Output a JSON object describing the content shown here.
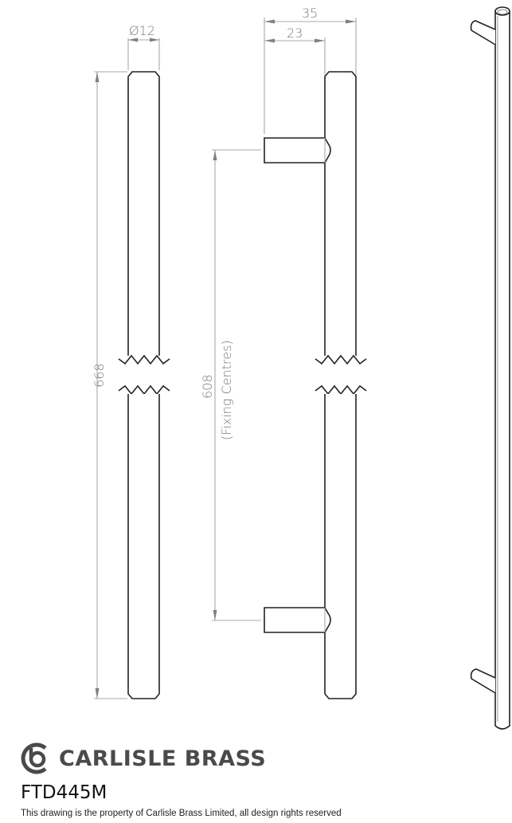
{
  "drawing": {
    "front_view": {
      "diameter_label": "Ø12",
      "length_label": "668"
    },
    "side_view": {
      "projection_overall_label": "35",
      "projection_leg_label": "23",
      "fixing_centres_value": "608",
      "fixing_centres_label": "(Fixing Centres)"
    },
    "isometric_view": {
      "description": "Tubular T-bar pull handle isometric sketch"
    }
  },
  "footer": {
    "brand_name": "CARLISLE BRASS",
    "product_code": "FTD445M",
    "copyright_note": "This drawing is the property of Carlisle Brass Limited, all design rights reserved"
  },
  "colors": {
    "outline": "#222222",
    "dimension_line": "#a8a8a8",
    "dimension_text": "#7a7a7a",
    "brand": "#4a4a4a"
  }
}
